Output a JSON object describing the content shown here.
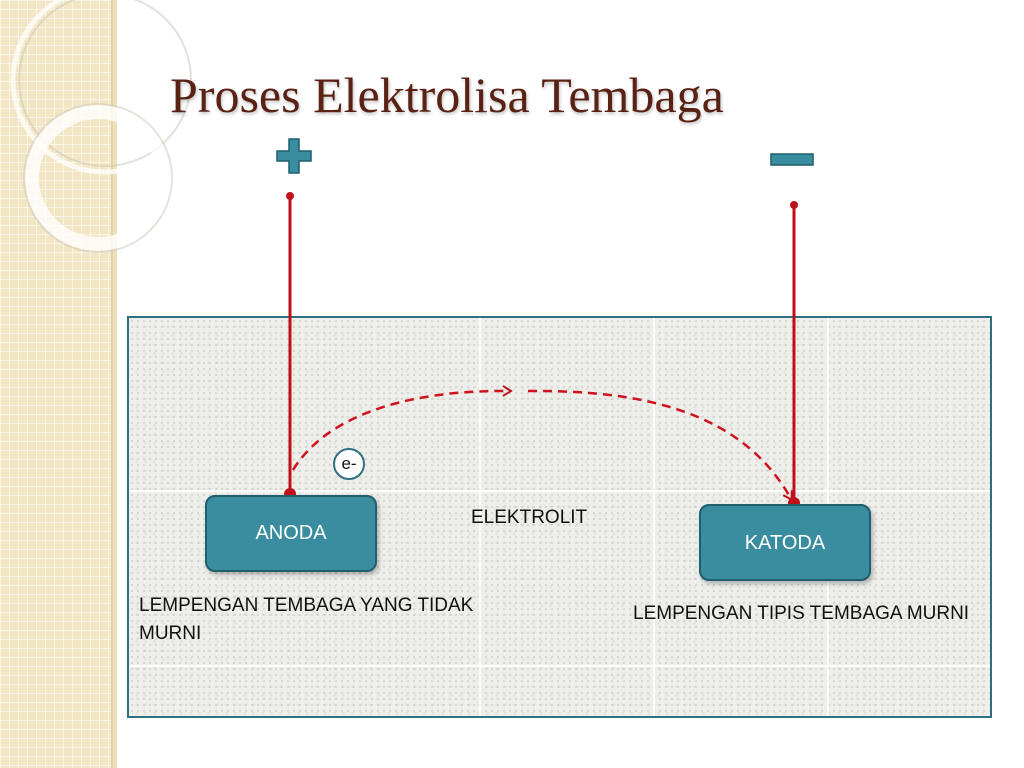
{
  "title": "Proses Elektrolisa Tembaga",
  "terminals": {
    "positive_icon": "plus-sign",
    "negative_icon": "minus-sign"
  },
  "diagram": {
    "anode_label": "ANODA",
    "cathode_label": "KATODA",
    "electron_label": "e-",
    "electrolyte_label": "ELEKTROLIT",
    "anode_description": "LEMPENGAN TEMBAGA YANG TIDAK MURNI",
    "cathode_description": "LEMPENGAN TIPIS TEMBAGA MURNI"
  },
  "colors": {
    "title": "#5a2215",
    "wire": "#c0111a",
    "electrode_fill": "#3a8c9f",
    "tank_border": "#2e6f80",
    "sign_fill": "#3a8c9f",
    "side_strip": "#f3e6c4"
  }
}
